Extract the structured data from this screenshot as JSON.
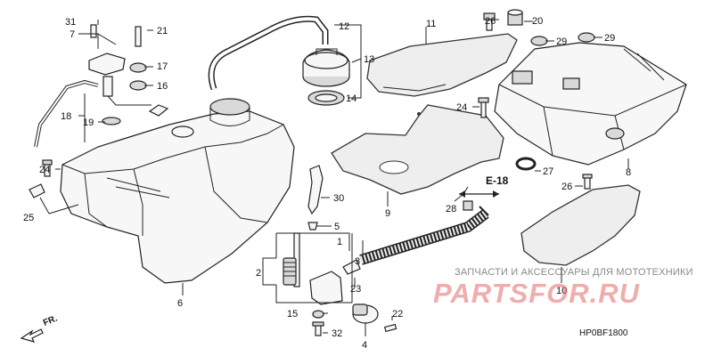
{
  "labels": {
    "p1": "1",
    "p2": "2",
    "p3": "3",
    "p4": "4",
    "p5": "5",
    "p6": "6",
    "p7": "7",
    "p8": "8",
    "p9": "9",
    "p10": "10",
    "p11": "11",
    "p12": "12",
    "p13": "13",
    "p14": "14",
    "p15": "15",
    "p16": "16",
    "p17": "17",
    "p18": "18",
    "p19": "19",
    "p20": "20",
    "p21": "21",
    "p22": "22",
    "p23": "23",
    "p24a": "24",
    "p24b": "24",
    "p25": "25",
    "p26a": "26",
    "p26b": "26",
    "p27": "27",
    "p28": "28",
    "p29a": "29",
    "p29b": "29",
    "p30": "30",
    "p31": "31",
    "p32": "32"
  },
  "ref_label": "E-18",
  "front_label": "FR.",
  "diagram_code": "HP0BF1800",
  "watermark": {
    "top_text": "ЗАПЧАСТИ И АКСЕССУАРЫ ДЛЯ МОТОТЕХНИКИ",
    "logo_text": "PARTSFOR.RU"
  },
  "colors": {
    "line": "#222222",
    "watermark_logo": "#e36b6b",
    "watermark_text": "#8a8a8a"
  }
}
